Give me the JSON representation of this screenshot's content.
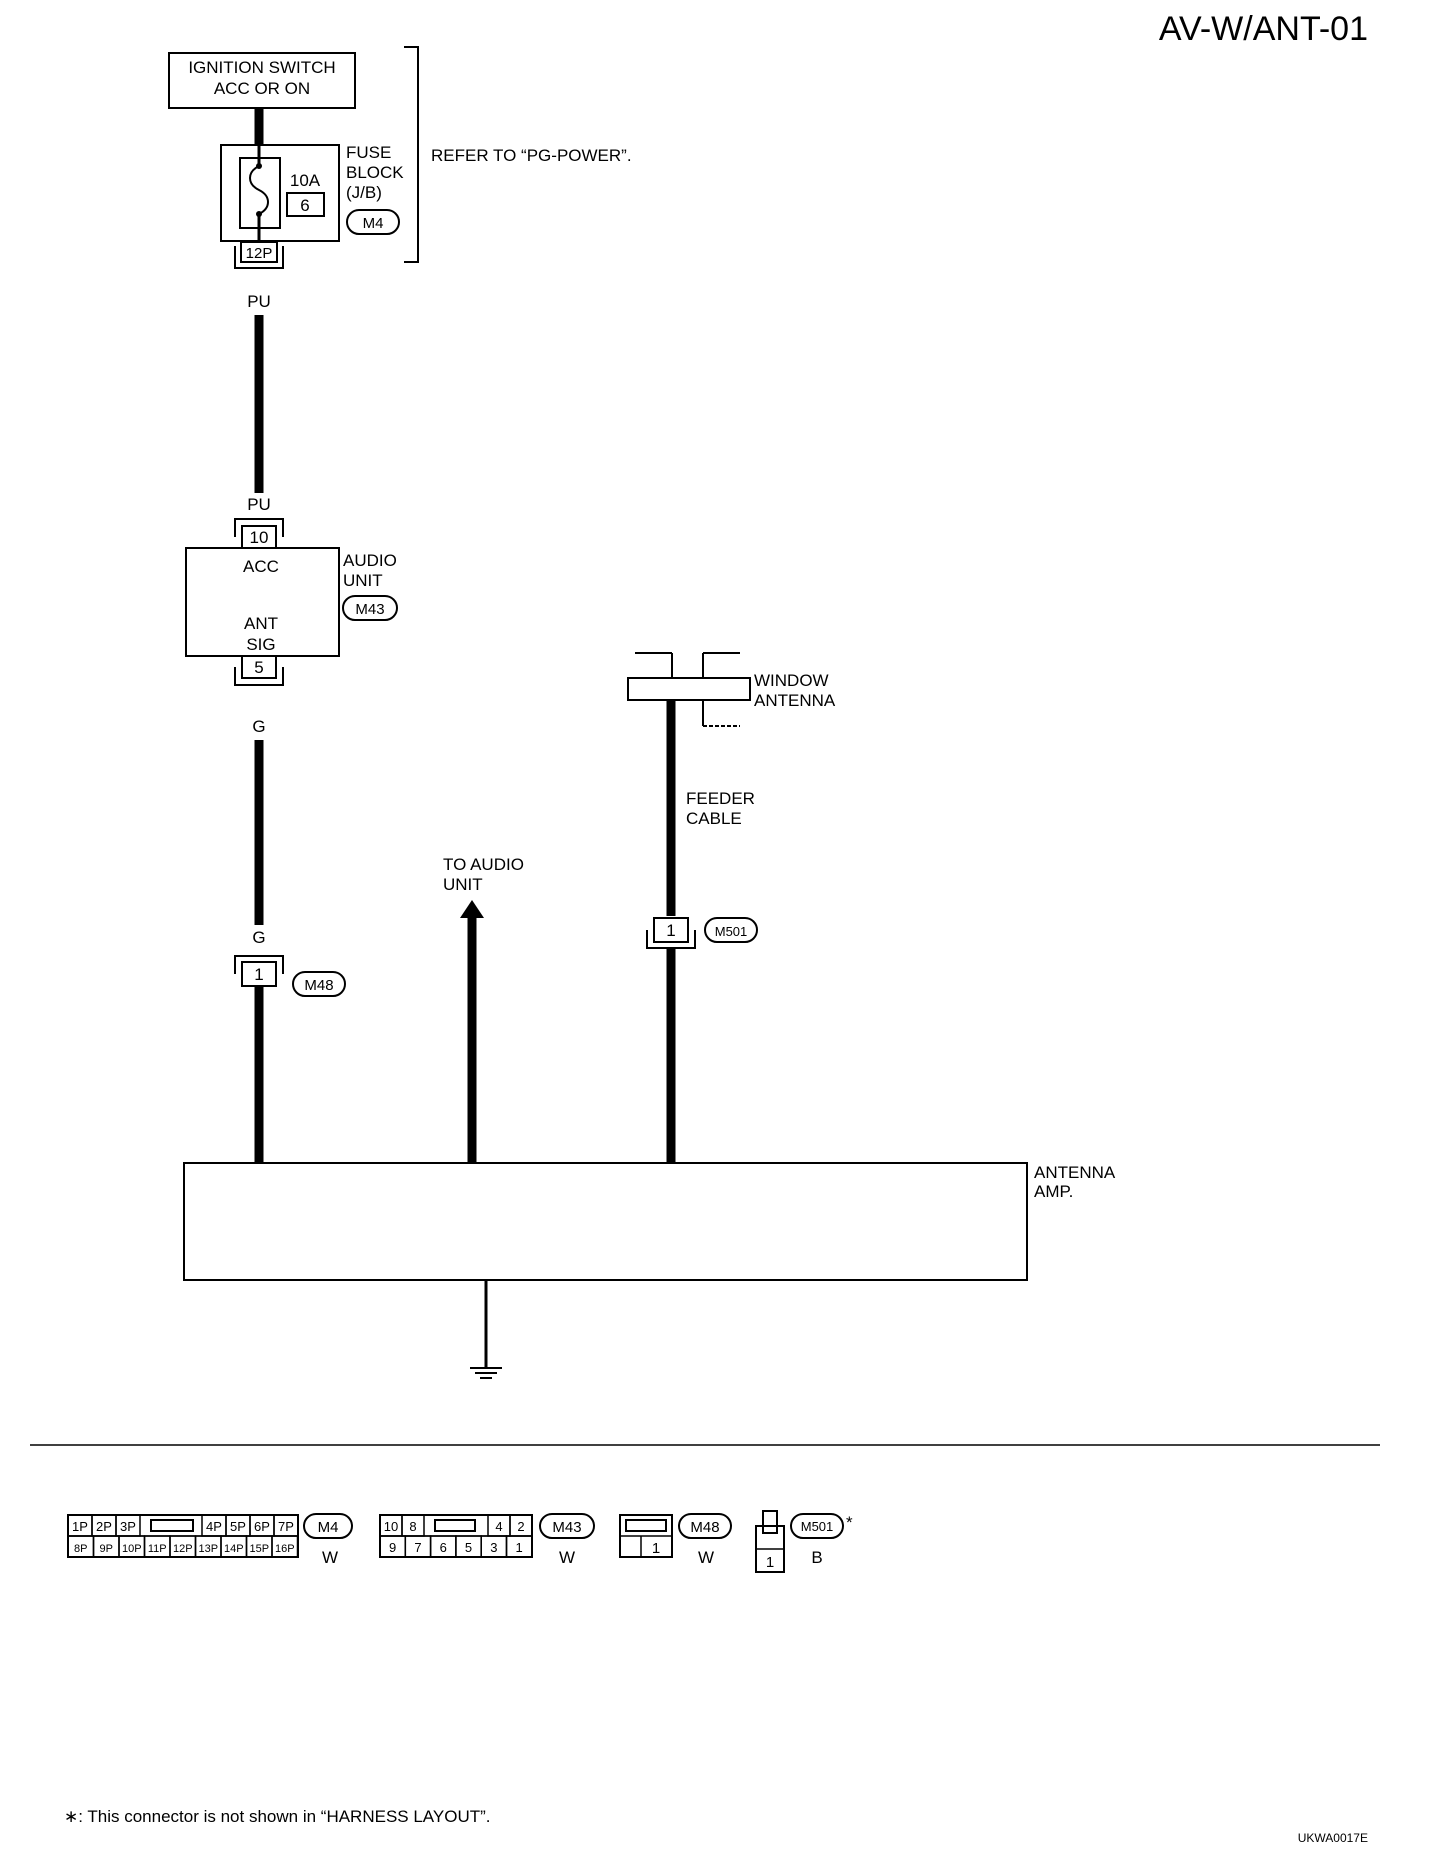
{
  "page_code": "AV-W/ANT-01",
  "ignition": {
    "line1": "IGNITION SWITCH",
    "line2": "ACC OR ON"
  },
  "fuse": {
    "amp": "10A",
    "number": "6",
    "label_line1": "FUSE",
    "label_line2": "BLOCK",
    "label_line3": "(J/B)",
    "connector_tag": "M4",
    "pin": "12P",
    "refer": "REFER TO “PG-POWER”."
  },
  "wires": {
    "pu_top": "PU",
    "pu_bottom": "PU",
    "g_top": "G",
    "g_bottom": "G"
  },
  "audio_unit": {
    "pin_top": "10",
    "acc": "ACC",
    "ant_line1": "ANT",
    "ant_line2": "SIG",
    "pin_bottom": "5",
    "label_line1": "AUDIO",
    "label_line2": "UNIT",
    "connector_tag": "M43"
  },
  "m48_connector": {
    "pin": "1",
    "tag": "M48"
  },
  "window_antenna": {
    "line1": "WINDOW",
    "line2": "ANTENNA"
  },
  "feeder_cable": {
    "line1": "FEEDER",
    "line2": "CABLE"
  },
  "m501_connector": {
    "pin": "1",
    "tag": "M501"
  },
  "to_audio_unit": {
    "line1": "TO AUDIO",
    "line2": "UNIT"
  },
  "antenna_amp": {
    "line1": "ANTENNA",
    "line2": "AMP."
  },
  "connector_legend": {
    "m4": {
      "tag": "M4",
      "color": "W",
      "row1_left": [
        "1P",
        "2P",
        "3P"
      ],
      "row1_right": [
        "4P",
        "5P",
        "6P",
        "7P"
      ],
      "row2": [
        "8P",
        "9P",
        "10P",
        "11P",
        "12P",
        "13P",
        "14P",
        "15P",
        "16P"
      ]
    },
    "m43": {
      "tag": "M43",
      "color": "W",
      "row1_left": [
        "10",
        "8"
      ],
      "row1_right": [
        "4",
        "2"
      ],
      "row2": [
        "9",
        "7",
        "6",
        "5",
        "3",
        "1"
      ]
    },
    "m48": {
      "tag": "M48",
      "color": "W",
      "pin": "1"
    },
    "m501": {
      "tag": "M501",
      "color": "B",
      "pin": "1",
      "asterisk": "*"
    }
  },
  "footnote": "∗: This connector is not shown in “HARNESS LAYOUT”.",
  "image_code": "UKWA0017E"
}
